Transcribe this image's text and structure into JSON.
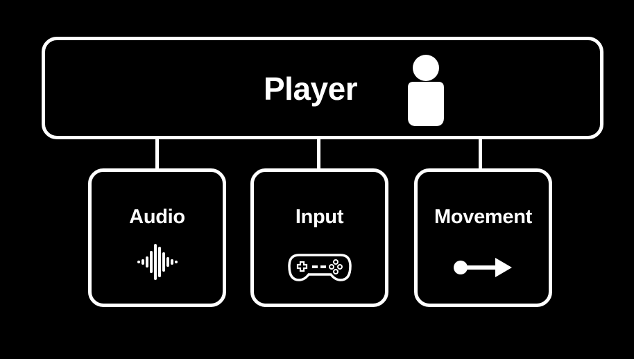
{
  "diagram": {
    "root": {
      "label": "Player",
      "icon": "person-icon"
    },
    "children": [
      {
        "label": "Audio",
        "icon": "sound-wave-icon"
      },
      {
        "label": "Input",
        "icon": "gamepad-icon"
      },
      {
        "label": "Movement",
        "icon": "arrow-right-icon"
      }
    ]
  },
  "colors": {
    "background": "#000000",
    "foreground": "#ffffff"
  }
}
